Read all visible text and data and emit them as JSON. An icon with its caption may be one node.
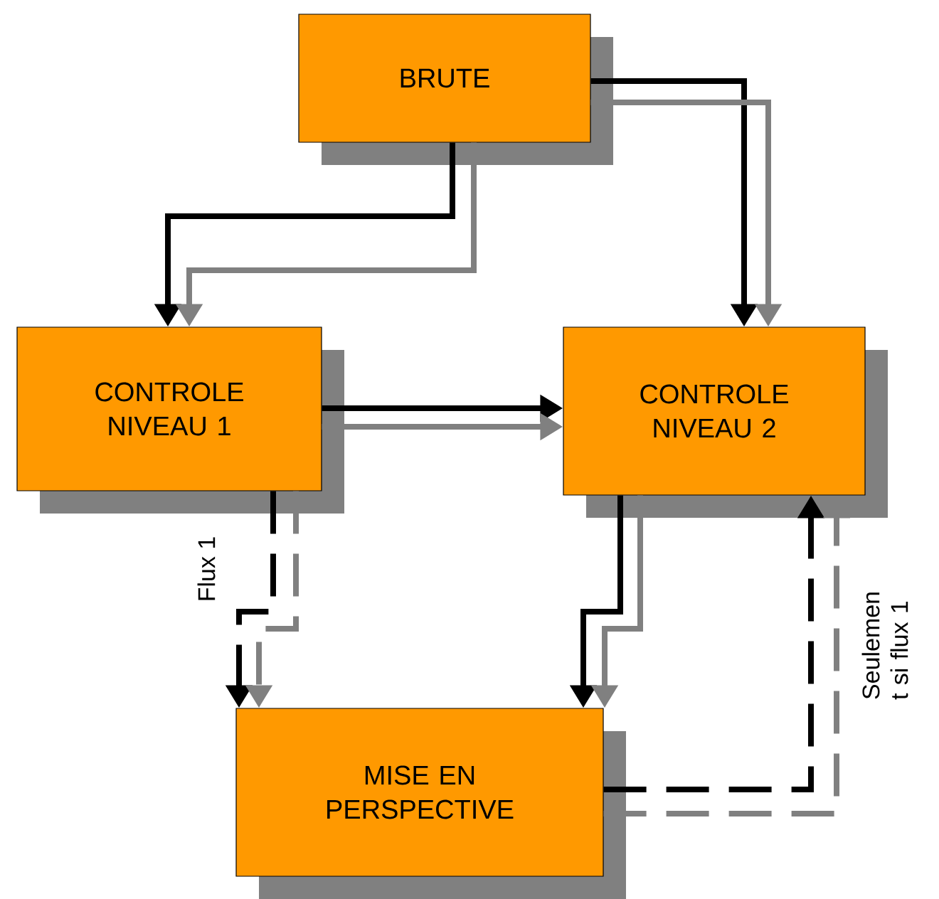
{
  "diagram": {
    "nodes": [
      {
        "text": [
          "BRUTE"
        ]
      },
      {
        "text": [
          "CONTROLE NIVEAU 1"
        ]
      },
      {
        "text": [
          "CONTROLE NIVEAU 2"
        ]
      },
      {
        "text": [
          "MISE EN PERSPECTIVE"
        ]
      }
    ],
    "edges": [
      {
        "from": 0,
        "to": 1,
        "arrow": "to"
      },
      {
        "from": 0,
        "to": 1,
        "arrow": "to",
        "color": "#808080"
      },
      {
        "from": 0,
        "to": 2,
        "arrow": "to"
      },
      {
        "from": 0,
        "to": 2,
        "arrow": "to",
        "color": "#808080"
      },
      {
        "from": 1,
        "to": 2,
        "arrow": "to"
      },
      {
        "from": 1,
        "to": 2,
        "arrow": "to",
        "color": "#808080"
      },
      {
        "from": 1,
        "to": 3,
        "arrow": "to",
        "style": "dashed",
        "label": "Flux 1"
      },
      {
        "from": 1,
        "to": 3,
        "arrow": "to",
        "style": "dashed",
        "color": "#808080"
      },
      {
        "from": 2,
        "to": 3,
        "arrow": "to"
      },
      {
        "from": 2,
        "to": 3,
        "arrow": "to",
        "color": "#808080"
      },
      {
        "from": 3,
        "to": 2,
        "arrow": "to",
        "style": "dashed"
      },
      {
        "from": 3,
        "to": 2,
        "arrow": "to",
        "style": "dashed",
        "color": "#808080",
        "label": "Seulemen t si flux 1"
      }
    ]
  }
}
